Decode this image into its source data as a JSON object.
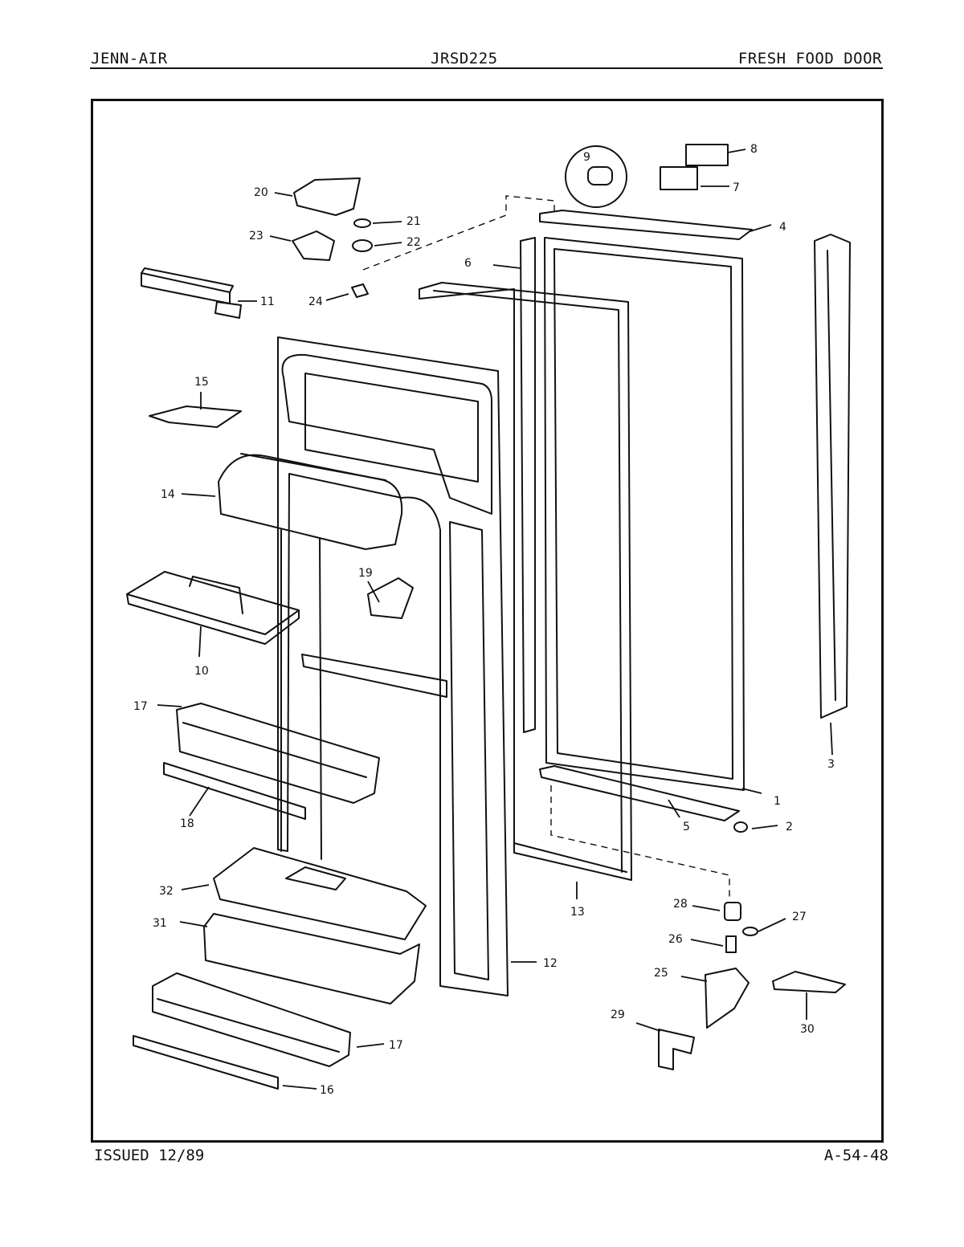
{
  "header": {
    "brand": "JENN-AIR",
    "model": "JRSD225",
    "section": "FRESH FOOD DOOR"
  },
  "footer": {
    "issued": "ISSUED 12/89",
    "page_code": "A-54-48"
  },
  "part_callouts": [
    "1",
    "2",
    "3",
    "4",
    "5",
    "6",
    "7",
    "8",
    "9",
    "10",
    "11",
    "12",
    "13",
    "14",
    "15",
    "16",
    "17",
    "17",
    "18",
    "19",
    "20",
    "21",
    "22",
    "23",
    "24",
    "25",
    "26",
    "27",
    "28",
    "29",
    "30",
    "31",
    "32"
  ]
}
